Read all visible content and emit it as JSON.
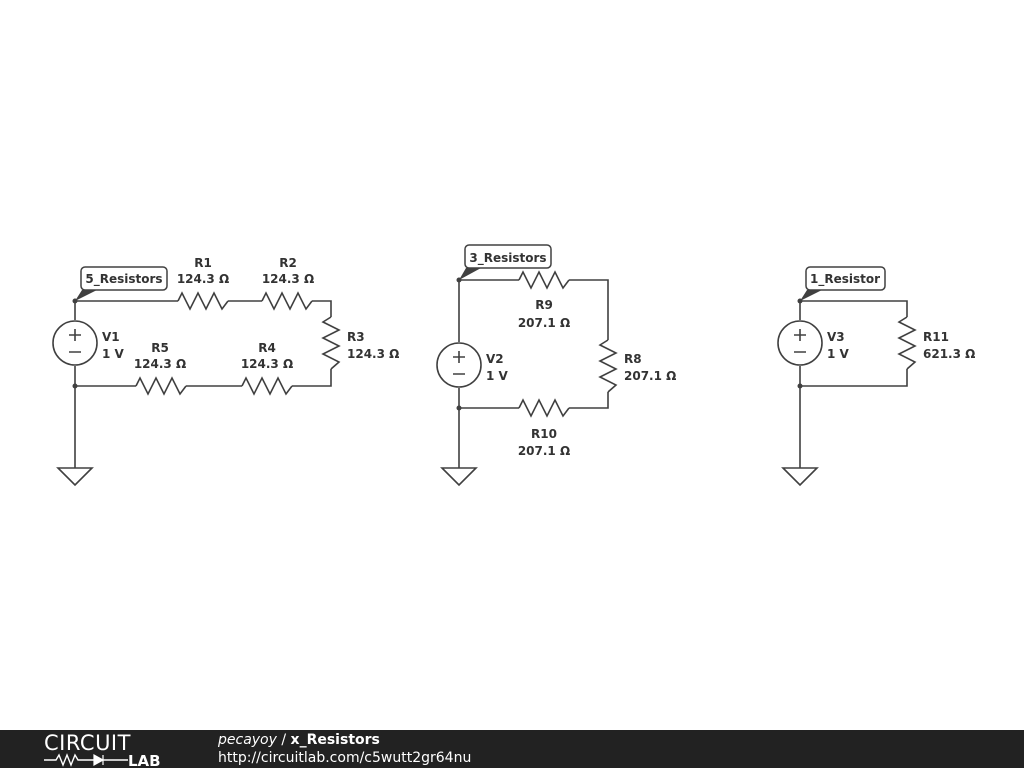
{
  "circuits": [
    {
      "net_label": "5_Resistors",
      "source": {
        "name": "V1",
        "value": "1 V"
      },
      "resistors": [
        {
          "name": "R1",
          "value": "124.3 Ω"
        },
        {
          "name": "R2",
          "value": "124.3 Ω"
        },
        {
          "name": "R3",
          "value": "124.3 Ω"
        },
        {
          "name": "R4",
          "value": "124.3 Ω"
        },
        {
          "name": "R5",
          "value": "124.3 Ω"
        }
      ]
    },
    {
      "net_label": "3_Resistors",
      "source": {
        "name": "V2",
        "value": "1 V"
      },
      "resistors": [
        {
          "name": "R9",
          "value": "207.1 Ω"
        },
        {
          "name": "R8",
          "value": "207.1 Ω"
        },
        {
          "name": "R10",
          "value": "207.1 Ω"
        }
      ]
    },
    {
      "net_label": "1_Resistor",
      "source": {
        "name": "V3",
        "value": "1 V"
      },
      "resistors": [
        {
          "name": "R11",
          "value": "621.3 Ω"
        }
      ]
    }
  ],
  "footer": {
    "logo_top": "CIRCUIT",
    "logo_bottom": "LAB",
    "author": "pecayoy",
    "separator": " / ",
    "title": "x_Resistors",
    "url": "http://circuitlab.com/c5wutt2gr64nu"
  },
  "colors": {
    "wire": "#404040",
    "footer_bg": "#222222",
    "footer_text": "#ffffff"
  }
}
